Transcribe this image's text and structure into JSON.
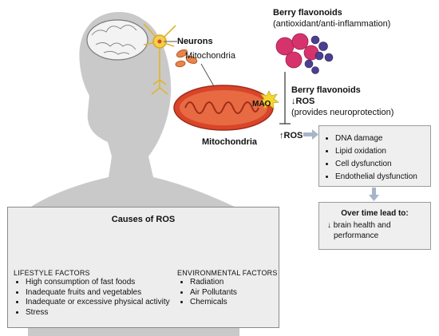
{
  "top": {
    "neurons_label": "Neurons",
    "mitochondria_small_label": "Mitochondria",
    "mitochondria_label": "Mitochondria",
    "mao_label": "MAO",
    "ros_label": "↑ROS"
  },
  "berry": {
    "title1": "Berry flavonoids",
    "subtitle1": "(antioxidant/anti-inflammation)",
    "title2": "Berry flavonoids",
    "ros_down": "↓ROS",
    "subtitle2": "(provides neuroprotection)"
  },
  "ros_effects": [
    "DNA damage",
    "Lipid oxidation",
    "Cell dysfunction",
    "Endothelial dysfunction"
  ],
  "over_time": {
    "title": "Over time lead to:",
    "line1": "↓ brain health and",
    "line2": "performance"
  },
  "causes": {
    "title": "Causes of ROS",
    "lifestyle_heading": "LIFESTYLE FACTORS",
    "lifestyle_items": [
      "High consumption of fast foods",
      "Inadequate fruits and vegetables",
      "Inadequate or excessive physical activity",
      "Stress"
    ],
    "environmental_heading": "ENVIRONMENTAL FACTORS",
    "environmental_items": [
      "Radiation",
      "Air Pollutants",
      "Chemicals"
    ]
  },
  "colors": {
    "silhouette": "#c8c8c8",
    "mitochondria": "#d9452a",
    "neuron": "#f2d04b",
    "raspberry": "#d6336c",
    "blueberry": "#4b3f8f",
    "box_bg": "#efefef",
    "arrow": "#a8b4c8"
  }
}
